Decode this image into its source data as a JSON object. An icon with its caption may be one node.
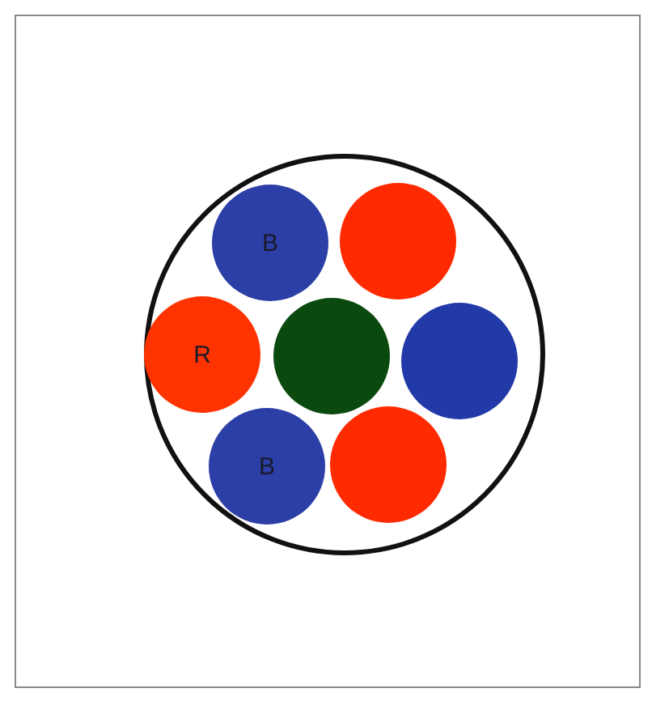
{
  "diagram": {
    "nodes": [
      {
        "text": [],
        "shape": "circle"
      },
      {
        "text": [
          "B"
        ],
        "in": 0
      },
      {
        "text": [],
        "shape": "circle",
        "in": 0
      },
      {
        "text": [
          "R"
        ],
        "in": 0
      },
      {
        "text": [],
        "shape": "circle",
        "in": 0
      },
      {
        "text": [],
        "shape": "circle",
        "in": 0
      },
      {
        "text": [
          "B"
        ],
        "in": 0
      },
      {
        "text": [],
        "shape": "circle",
        "in": 0
      }
    ]
  }
}
